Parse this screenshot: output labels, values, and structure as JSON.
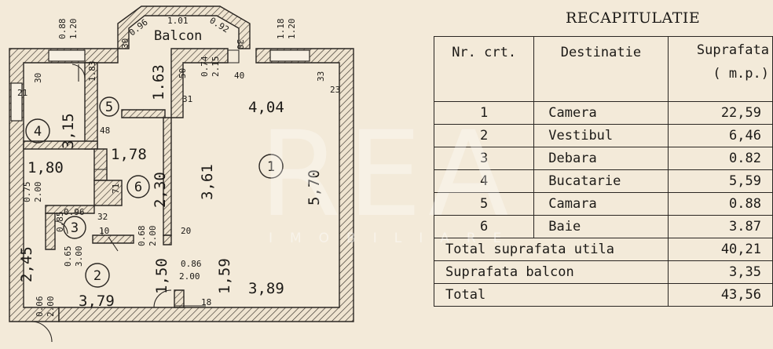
{
  "plan": {
    "balcony_label": "Balcon",
    "dims": {
      "b_left_top": "0.88",
      "b_left_bot": "1.20",
      "b_right_top": "1.18",
      "b_right_bot": "1.20",
      "balc_a": "0.96",
      "balc_b": "1.01",
      "balc_c": "0.92",
      "balc_side_l": "30",
      "balc_side_r": "30",
      "d_163": "1.63",
      "d_183": "1.83",
      "d_50": "50",
      "d_31": "31",
      "d_074": "0.74",
      "d_215": "2.15",
      "d_40": "40",
      "d_33": "33",
      "d_23": "23",
      "d_30": "30",
      "d_21": "21",
      "d_404": "4,04",
      "d_315": "3,15",
      "d_48": "48",
      "d_178": "1,78",
      "d_180": "1,80",
      "d_361": "3,61",
      "d_570": "5,70",
      "d_230": "2,30",
      "d_71": "71",
      "d_075": "0.75",
      "d_200a": "2.00",
      "d_096": "0.96",
      "d_32": "32",
      "d_085": "0.85",
      "d_10": "10",
      "d_068": "0.68",
      "d_200b": "2.00",
      "d_20": "20",
      "d_065": "0.65",
      "d_300": "3.00",
      "d_245": "2,45",
      "d_086": "0.86",
      "d_200c": "2.00",
      "d_150": "1,50",
      "d_159": "1,59",
      "d_389": "3,89",
      "d_379": "3,79",
      "d_006": "0.06",
      "d_200d": "2.00",
      "d_18": "18"
    },
    "room_numbers": [
      "1",
      "2",
      "3",
      "4",
      "5",
      "6"
    ]
  },
  "recap": {
    "title": "RECAPITULATIE",
    "headers": {
      "nr": "Nr. crt.",
      "dest": "Destinatie",
      "supr_1": "Suprafata",
      "supr_2": "( m.p.)"
    },
    "rows": [
      {
        "nr": "1",
        "dest": "Camera",
        "supr": "22,59"
      },
      {
        "nr": "2",
        "dest": "Vestibul",
        "supr": "6,46"
      },
      {
        "nr": "3",
        "dest": "Debara",
        "supr": "0.82"
      },
      {
        "nr": "4",
        "dest": "Bucatarie",
        "supr": "5,59"
      },
      {
        "nr": "5",
        "dest": "Camara",
        "supr": "0.88"
      },
      {
        "nr": "6",
        "dest": "Baie",
        "supr": "3.87"
      }
    ],
    "totals": [
      {
        "label": "Total suprafata utila",
        "value": "40,21"
      },
      {
        "label": "Suprafata balcon",
        "value": "3,35"
      },
      {
        "label": "Total",
        "value": "43,56"
      }
    ]
  },
  "watermark": {
    "logo": "REA",
    "sub": "IMOBILIARE"
  }
}
